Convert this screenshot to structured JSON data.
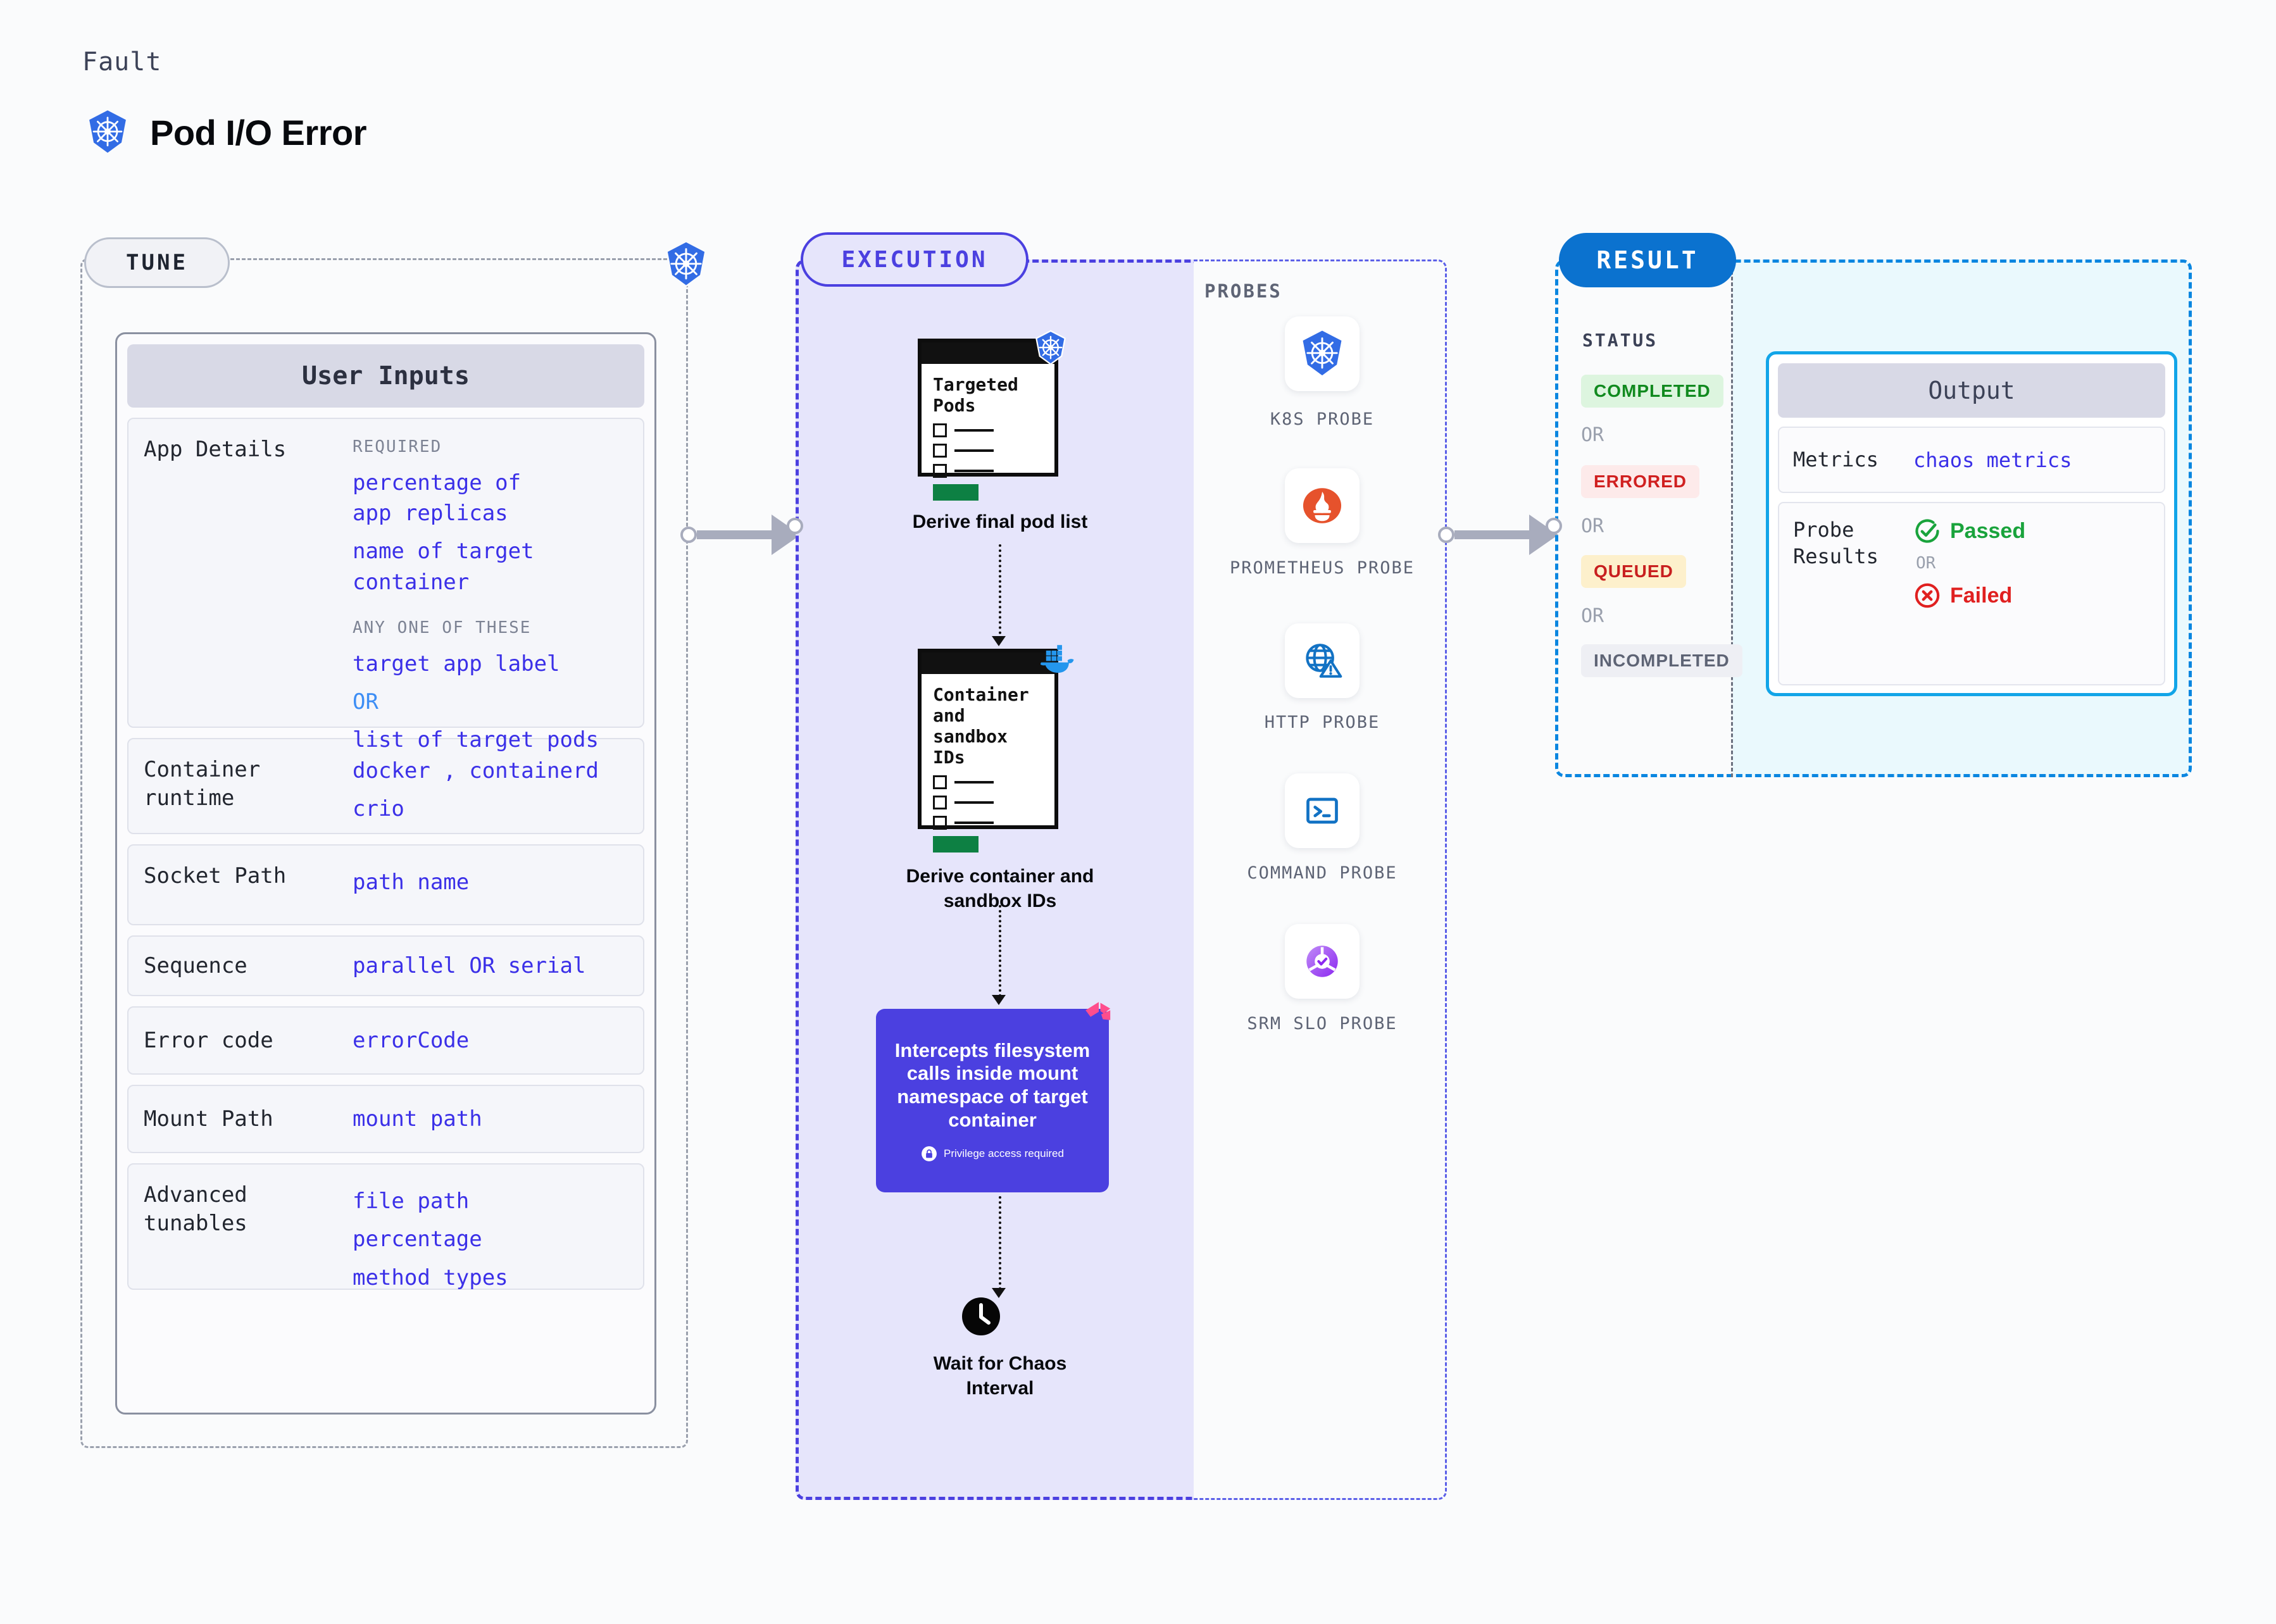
{
  "header": {
    "kicker": "Fault",
    "title": "Pod I/O Error",
    "icon": "kubernetes-icon"
  },
  "tune": {
    "pill": "TUNE",
    "badge_icon": "kubernetes-icon",
    "card_title": "User Inputs",
    "rows": [
      {
        "key": "App Details",
        "groups": [
          {
            "heading": "REQUIRED",
            "values": [
              "percentage of app replicas",
              "name of target container"
            ]
          },
          {
            "heading": "ANY ONE OF THESE",
            "values": [
              "target app label",
              "OR",
              "list of target pods"
            ]
          }
        ]
      },
      {
        "key": "Container runtime",
        "values": [
          "docker , containerd",
          "crio"
        ]
      },
      {
        "key": "Socket Path",
        "values": [
          "path name"
        ]
      },
      {
        "key": "Sequence",
        "values": [
          "parallel OR serial"
        ]
      },
      {
        "key": "Error code",
        "values": [
          "errorCode"
        ]
      },
      {
        "key": "Mount Path",
        "values": [
          "mount path"
        ]
      },
      {
        "key": "Advanced tunables",
        "values": [
          "file path",
          "percentage",
          "method types"
        ]
      }
    ]
  },
  "execution": {
    "pill": "EXECUTION",
    "nodes": [
      {
        "card_title": "Targeted Pods",
        "badge_icon": "kubernetes-icon",
        "caption": "Derive final pod list"
      },
      {
        "card_title": "Container and sandbox IDs",
        "badge_icon": "docker-icon",
        "caption": "Derive container and sandbox IDs"
      }
    ],
    "action_box": {
      "text": "Intercepts filesystem calls inside mount namespace of target container",
      "note": "Privilege access required",
      "note_icon": "lock-icon",
      "corner_icon": "litmus-icon",
      "color": "#4b40e0"
    },
    "wait": {
      "icon": "clock-icon",
      "caption": "Wait for Chaos Interval"
    }
  },
  "probes": {
    "label": "PROBES",
    "items": [
      {
        "label": "K8S PROBE",
        "icon": "kubernetes-icon"
      },
      {
        "label": "PROMETHEUS PROBE",
        "icon": "prometheus-icon"
      },
      {
        "label": "HTTP PROBE",
        "icon": "globe-warning-icon"
      },
      {
        "label": "COMMAND PROBE",
        "icon": "terminal-icon"
      },
      {
        "label": "SRM SLO PROBE",
        "icon": "srm-slo-icon"
      }
    ]
  },
  "result": {
    "pill": "RESULT",
    "status_label": "STATUS",
    "statuses": [
      {
        "text": "COMPLETED",
        "bg": "#ddf5df",
        "fg": "#118a1f"
      },
      {
        "text": "ERRORED",
        "bg": "#fdeaea",
        "fg": "#d02020"
      },
      {
        "text": "QUEUED",
        "bg": "#fdf0cc",
        "fg": "#c81f1f"
      },
      {
        "text": "INCOMPLETED",
        "bg": "#eeeff4",
        "fg": "#5e6475"
      }
    ],
    "separator": "OR",
    "output": {
      "title": "Output",
      "metrics_key": "Metrics",
      "metrics_value": "chaos metrics",
      "probe_key": "Probe Results",
      "passed": "Passed",
      "failed": "Failed",
      "or": "OR",
      "passed_icon": "check-circle-icon",
      "failed_icon": "x-circle-icon"
    }
  },
  "colors": {
    "accent_purple": "#4b40e0",
    "accent_blue": "#0b72cf",
    "accent_cyan": "#12a5e8",
    "value_blue": "#3b30e8"
  }
}
